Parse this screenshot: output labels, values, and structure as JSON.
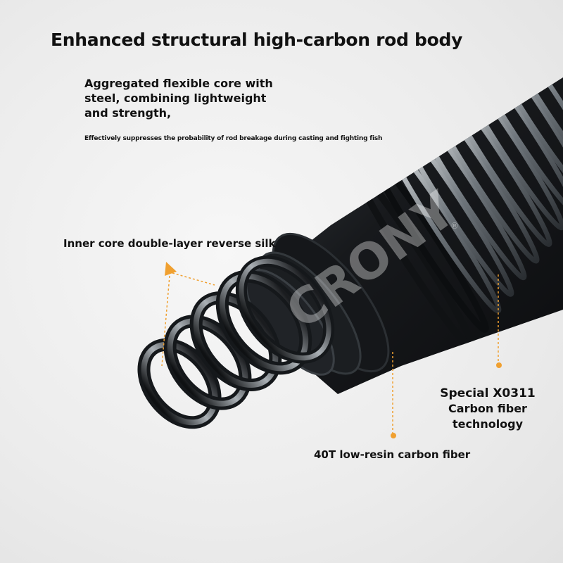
{
  "header": {
    "title": "Enhanced structural high-carbon rod body"
  },
  "intro": {
    "description_lines": [
      "Aggregated flexible core with",
      "steel, combining lightweight",
      "and strength,"
    ],
    "note": "Effectively suppresses the probability of rod breakage during casting and fighting fish"
  },
  "callouts": {
    "inner_core": "Inner core double-layer reverse silk",
    "special_line1": "Special X0311",
    "special_line2": "Carbon fiber",
    "special_line3": "technology",
    "fiber_40t": "40T low-resin carbon fiber"
  },
  "watermark": {
    "brand": "CRONY",
    "mark": "®"
  },
  "colors": {
    "accent_orange": "#f0a030",
    "text": "#111111",
    "rod_dark": "#1a1d20",
    "rod_highlight": "#c9ced2"
  },
  "icons": {
    "pointer": "triangle-up-icon",
    "marker": "dot-icon"
  }
}
